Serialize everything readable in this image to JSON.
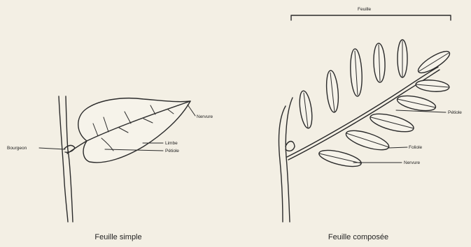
{
  "simple": {
    "caption": "Feuille simple",
    "labels": {
      "bud": "Bourgeon",
      "blade": "Limbe",
      "petiole": "Pétiole",
      "vein": "Nervure"
    }
  },
  "compound": {
    "caption": "Feuille composée",
    "bracket_label": "Feuille",
    "labels": {
      "petiole": "Pétiole",
      "leaflet": "Foliole",
      "vein": "Nervure"
    }
  },
  "colors": {
    "background": "#f3efe4",
    "ink": "#2a2a2a"
  }
}
